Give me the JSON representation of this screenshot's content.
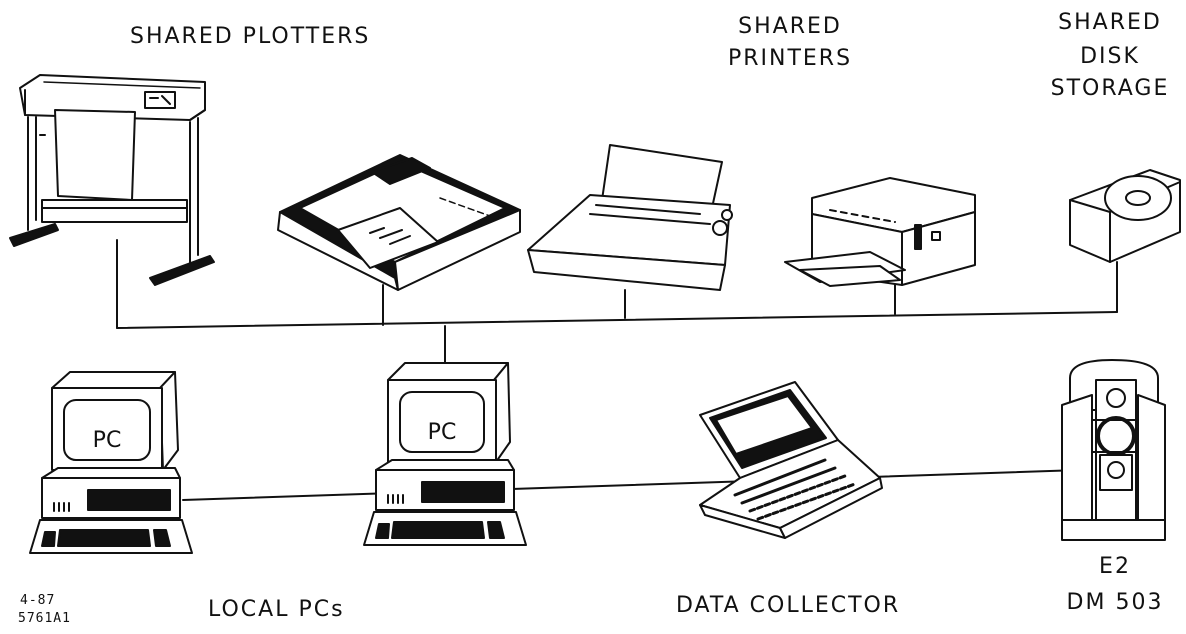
{
  "labels": {
    "shared_plotters": "SHARED PLOTTERS",
    "shared_printers_1": "SHARED",
    "shared_printers_2": "PRINTERS",
    "shared_disk_1": "SHARED",
    "shared_disk_2": "DISK",
    "shared_disk_3": "STORAGE",
    "local_pcs": "LOCAL PCs",
    "data_collector": "DATA COLLECTOR",
    "e2": "E2",
    "dm503": "DM 503",
    "pc_screen_1": "PC",
    "pc_screen_2": "PC",
    "fig_date": "4-87",
    "fig_code": "5761A1"
  }
}
